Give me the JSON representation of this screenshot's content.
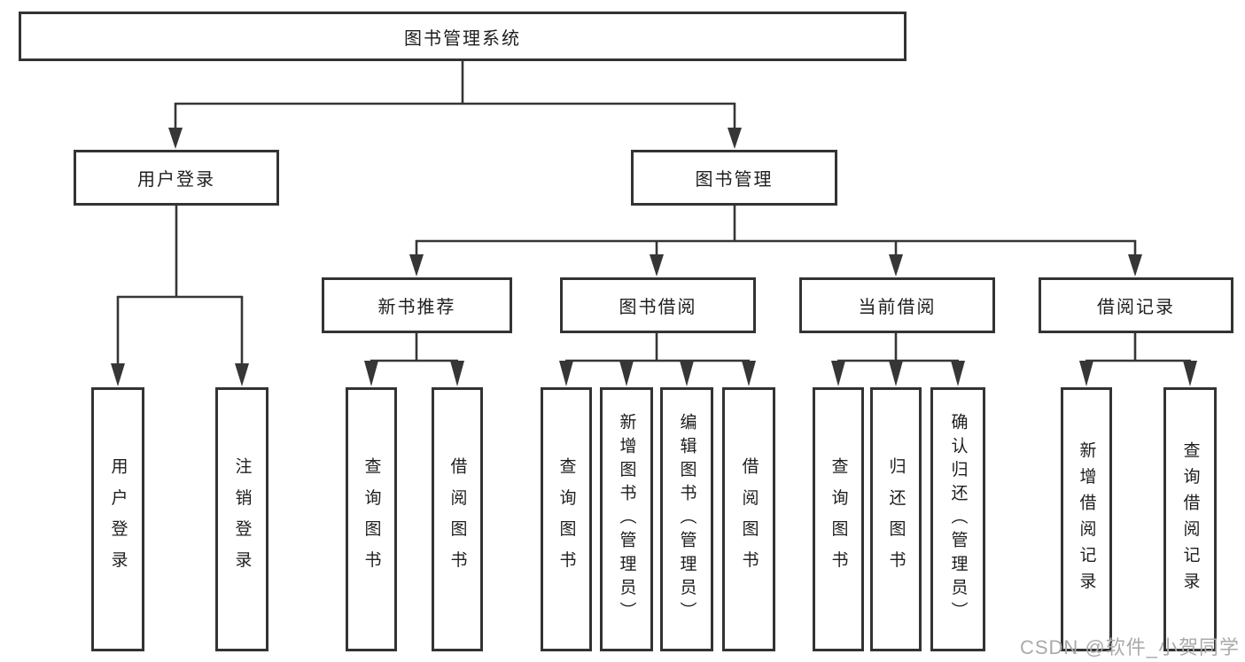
{
  "colors": {
    "line": "#363636",
    "box_border": "#333333",
    "text": "#1e1e1e",
    "watermark": "#aaaaaa"
  },
  "watermark": {
    "text": "CSDN @软件_小贺同学"
  },
  "tree": {
    "root": {
      "label": "图书管理系统",
      "children": [
        {
          "label": "用户登录",
          "children": [
            {
              "label": "用户登录"
            },
            {
              "label": "注销登录"
            }
          ]
        },
        {
          "label": "图书管理",
          "children": [
            {
              "label": "新书推荐",
              "children": [
                {
                  "label": "查询图书"
                },
                {
                  "label": "借阅图书"
                }
              ]
            },
            {
              "label": "图书借阅",
              "children": [
                {
                  "label": "查询图书"
                },
                {
                  "label": "新增图书（管理员）"
                },
                {
                  "label": "编辑图书（管理员）"
                },
                {
                  "label": "借阅图书"
                }
              ]
            },
            {
              "label": "当前借阅",
              "children": [
                {
                  "label": "查询图书"
                },
                {
                  "label": "归还图书"
                },
                {
                  "label": "确认归还（管理员）"
                }
              ]
            },
            {
              "label": "借阅记录",
              "children": [
                {
                  "label": "新增借阅记录"
                },
                {
                  "label": "查询借阅记录"
                }
              ]
            }
          ]
        }
      ]
    }
  }
}
